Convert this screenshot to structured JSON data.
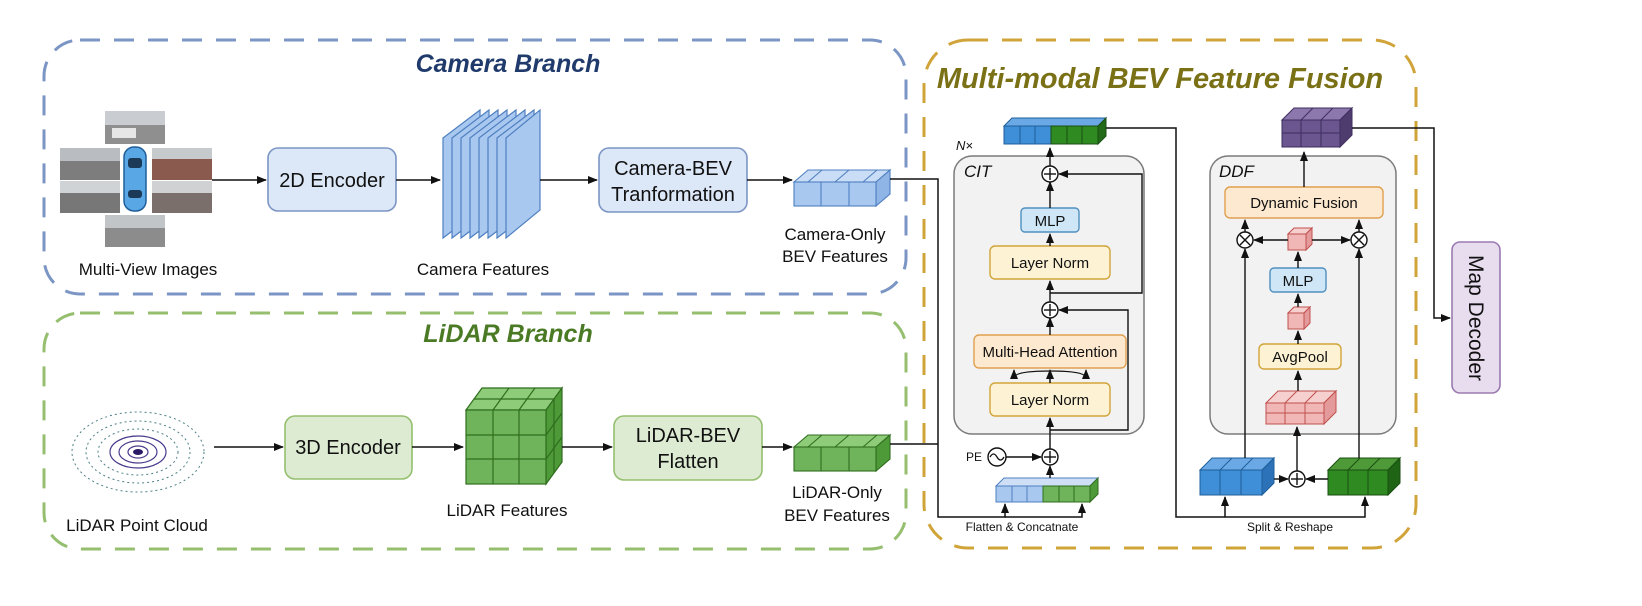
{
  "camera_branch": {
    "title": "Camera Branch",
    "images_label": "Multi-View Images",
    "encoder_label": "2D Encoder",
    "features_label": "Camera Features",
    "transform_line1": "Camera-BEV",
    "transform_line2": "Tranformation",
    "bev_line1": "Camera-Only",
    "bev_line2": "BEV Features"
  },
  "lidar_branch": {
    "title": "LiDAR Branch",
    "pointcloud_label": "LiDAR Point Cloud",
    "encoder_label": "3D Encoder",
    "features_label": "LiDAR Features",
    "flatten_line1": "LiDAR-BEV",
    "flatten_line2": "Flatten",
    "bev_line1": "LiDAR-Only",
    "bev_line2": "BEV Features"
  },
  "fusion": {
    "title": "Multi-modal BEV Feature Fusion",
    "repeat_label": "N×",
    "cit": {
      "label": "CIT",
      "mlp": "MLP",
      "layer_norm_top": "Layer Norm",
      "mha": "Multi-Head Attention",
      "layer_norm_bottom": "Layer Norm",
      "pe": "PE",
      "flatten_concat": "Flatten & Concatnate"
    },
    "ddf": {
      "label": "DDF",
      "dynamic_fusion": "Dynamic Fusion",
      "mlp": "MLP",
      "avgpool": "AvgPool",
      "split_reshape": "Split & Reshape"
    }
  },
  "map_decoder": "Map Decoder",
  "colors": {
    "camera_dash": "#7b96c4",
    "lidar_dash": "#95bf6e",
    "fusion_dash": "#d1a43a",
    "camera_title": "#1f3a6b",
    "lidar_title": "#4a7a24",
    "fusion_title": "#7a7116"
  }
}
